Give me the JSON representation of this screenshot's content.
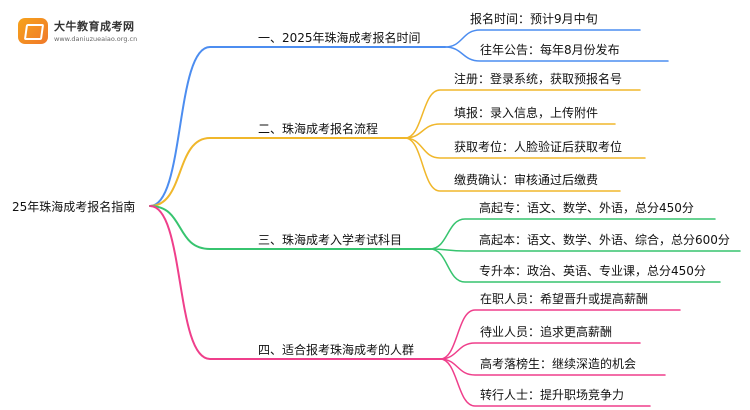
{
  "logo": {
    "title": "大牛教育成考网",
    "url": "www.daniuzueaiao.org.cn"
  },
  "root": "25年珠海成考报名指南",
  "colors": {
    "branch1": "#4c8df0",
    "branch2": "#f0b72b",
    "branch3": "#37c46f",
    "branch4": "#ef3f8b"
  },
  "branches": [
    {
      "label": "一、2025年珠海成考报名时间",
      "leaves": [
        "报名时间：预计9月中旬",
        "往年公告：每年8月份发布"
      ]
    },
    {
      "label": "二、珠海成考报名流程",
      "leaves": [
        "注册：登录系统，获取预报名号",
        "填报：录入信息，上传附件",
        "获取考位：人脸验证后获取考位",
        "缴费确认：审核通过后缴费"
      ]
    },
    {
      "label": "三、珠海成考入学考试科目",
      "leaves": [
        "高起专：语文、数学、外语，总分450分",
        "高起本：语文、数学、外语、综合，总分600分",
        "专升本：政治、英语、专业课，总分450分"
      ]
    },
    {
      "label": "四、适合报考珠海成考的人群",
      "leaves": [
        "在职人员：希望晋升或提高薪酬",
        "待业人员：追求更高薪酬",
        "高考落榜生：继续深造的机会",
        "转行人士：提升职场竞争力"
      ]
    }
  ]
}
